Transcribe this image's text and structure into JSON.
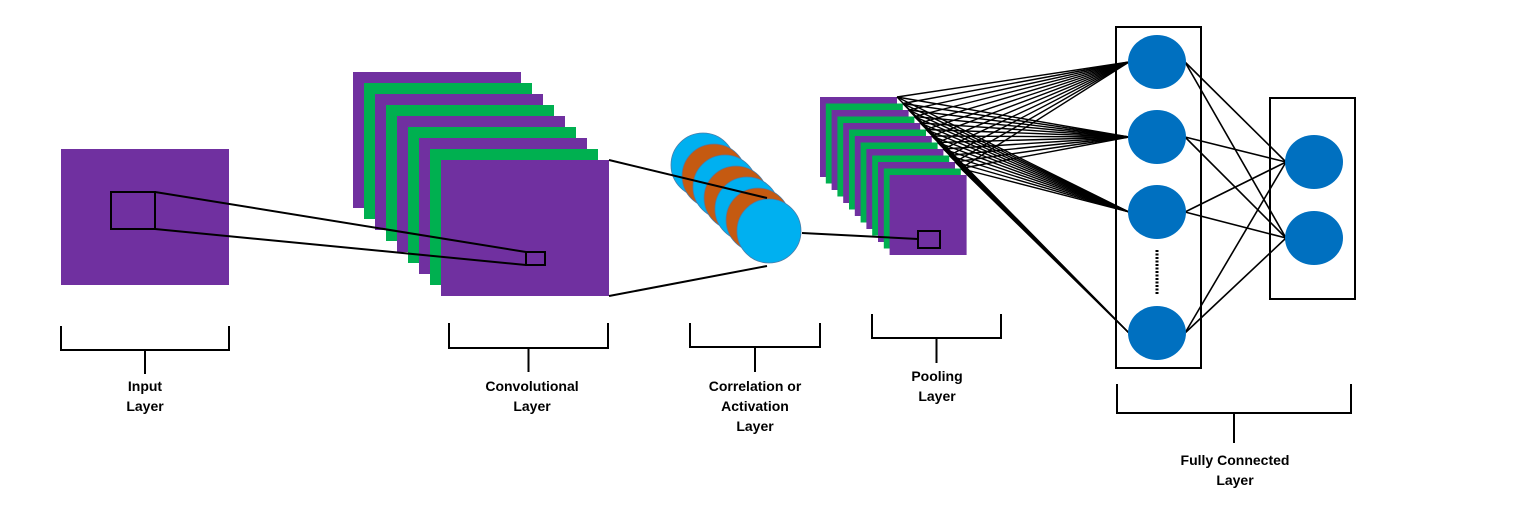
{
  "title": "Convolutional Neural Network Architecture",
  "colors": {
    "feature_map_purple": "#7030A0",
    "feature_map_green": "#00B050",
    "activation_blue": "#00B0F0",
    "activation_orange": "#C55A11",
    "neuron_blue": "#0070C0",
    "line": "#000000"
  },
  "layers": [
    {
      "id": "input",
      "label_lines": [
        "Input",
        "Layer"
      ]
    },
    {
      "id": "convolutional",
      "label_lines": [
        "Convolutional",
        "Layer"
      ],
      "feature_map_count": 9,
      "pattern": [
        "purple",
        "green"
      ]
    },
    {
      "id": "activation",
      "label_lines": [
        "Correlation or",
        "Activation",
        "Layer"
      ],
      "disc_count": 7,
      "pattern": [
        "blue",
        "orange"
      ]
    },
    {
      "id": "pooling",
      "label_lines": [
        "Pooling",
        "Layer"
      ],
      "feature_map_count": 13,
      "pattern": [
        "purple",
        "green"
      ]
    },
    {
      "id": "fully_connected",
      "label_lines": [
        "Fully Connected",
        "Layer"
      ],
      "hidden_neurons_shown": 4,
      "hidden_ellipsis": true,
      "output_neurons": 2
    }
  ]
}
